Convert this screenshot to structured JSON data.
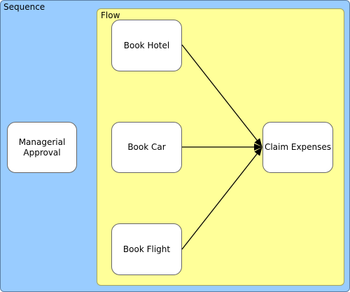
{
  "containers": {
    "sequence_label": "Sequence",
    "flow_label": "Flow"
  },
  "nodes": {
    "managerial_approval_line1": "Managerial",
    "managerial_approval_line2": "Approval",
    "book_hotel": "Book Hotel",
    "book_car": "Book Car",
    "book_flight": "Book Flight",
    "claim_expenses": "Claim Expenses"
  },
  "colors": {
    "sequence_fill": "#99ccff",
    "flow_fill": "#ffff99",
    "node_fill": "#ffffff",
    "edge": "#000000"
  }
}
